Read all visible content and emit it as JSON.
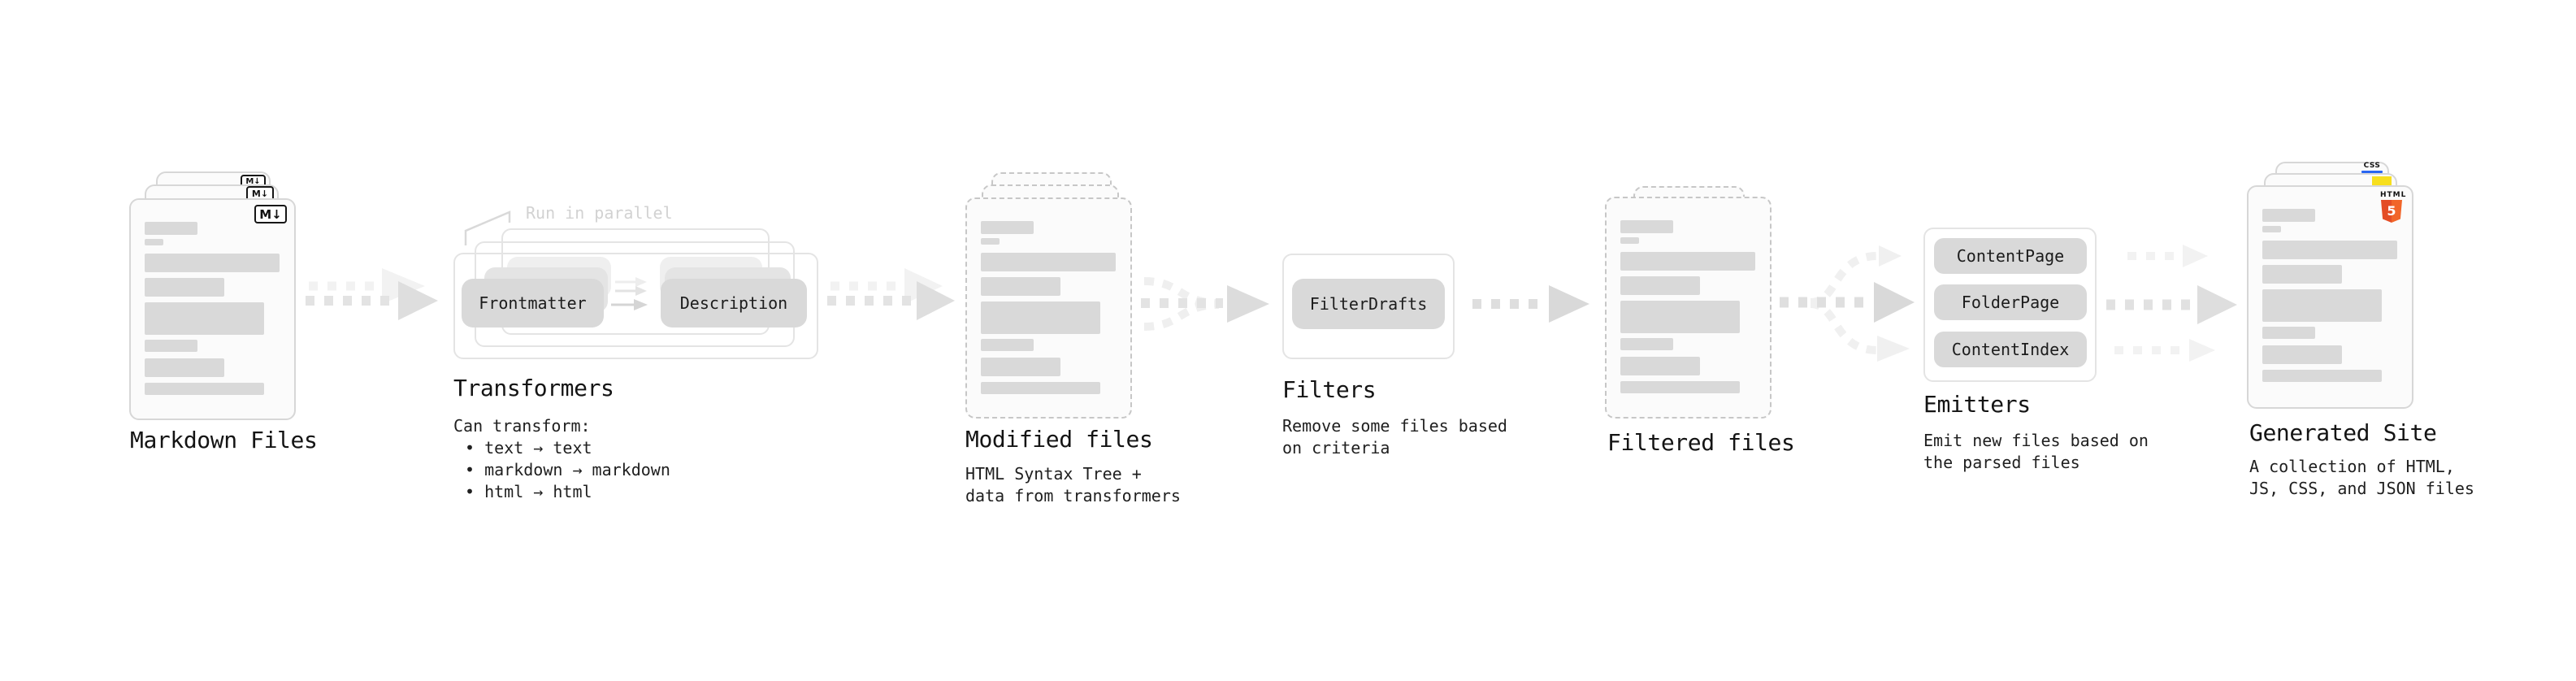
{
  "stages": {
    "markdown": {
      "title": "Markdown Files",
      "file_icon": "M↓"
    },
    "transformers": {
      "title": "Transformers",
      "annotation": "Run in parallel",
      "node_frontmatter": "Frontmatter",
      "node_description": "Description",
      "desc_intro": "Can transform:",
      "bullet_1": "• text → text",
      "bullet_2": "• markdown → markdown",
      "bullet_3": "• html → html"
    },
    "modified": {
      "title": "Modified files",
      "desc_line_1": "HTML Syntax Tree +",
      "desc_line_2": "data from transformers"
    },
    "filters": {
      "title": "Filters",
      "node_filterdrafts": "FilterDrafts",
      "desc_line_1": "Remove some files based",
      "desc_line_2": "on criteria"
    },
    "filtered": {
      "title": "Filtered files"
    },
    "emitters": {
      "title": "Emitters",
      "node_contentpage": "ContentPage",
      "node_folderpage": "FolderPage",
      "node_contentindex": "ContentIndex",
      "desc_line_1": "Emit new files based on",
      "desc_line_2": "the parsed files"
    },
    "generated": {
      "title": "Generated Site",
      "desc_line_1": "A collection of HTML,",
      "desc_line_2": "JS, CSS, and JSON files",
      "css_icon_label": "CSS",
      "html_icon_label": "HTML",
      "html_icon_number": "5"
    }
  },
  "colors": {
    "html5_orange": "#e44d26",
    "html5_orange_light": "#f16529",
    "js_yellow": "#f7df1e",
    "css_blue": "#2965f1"
  }
}
